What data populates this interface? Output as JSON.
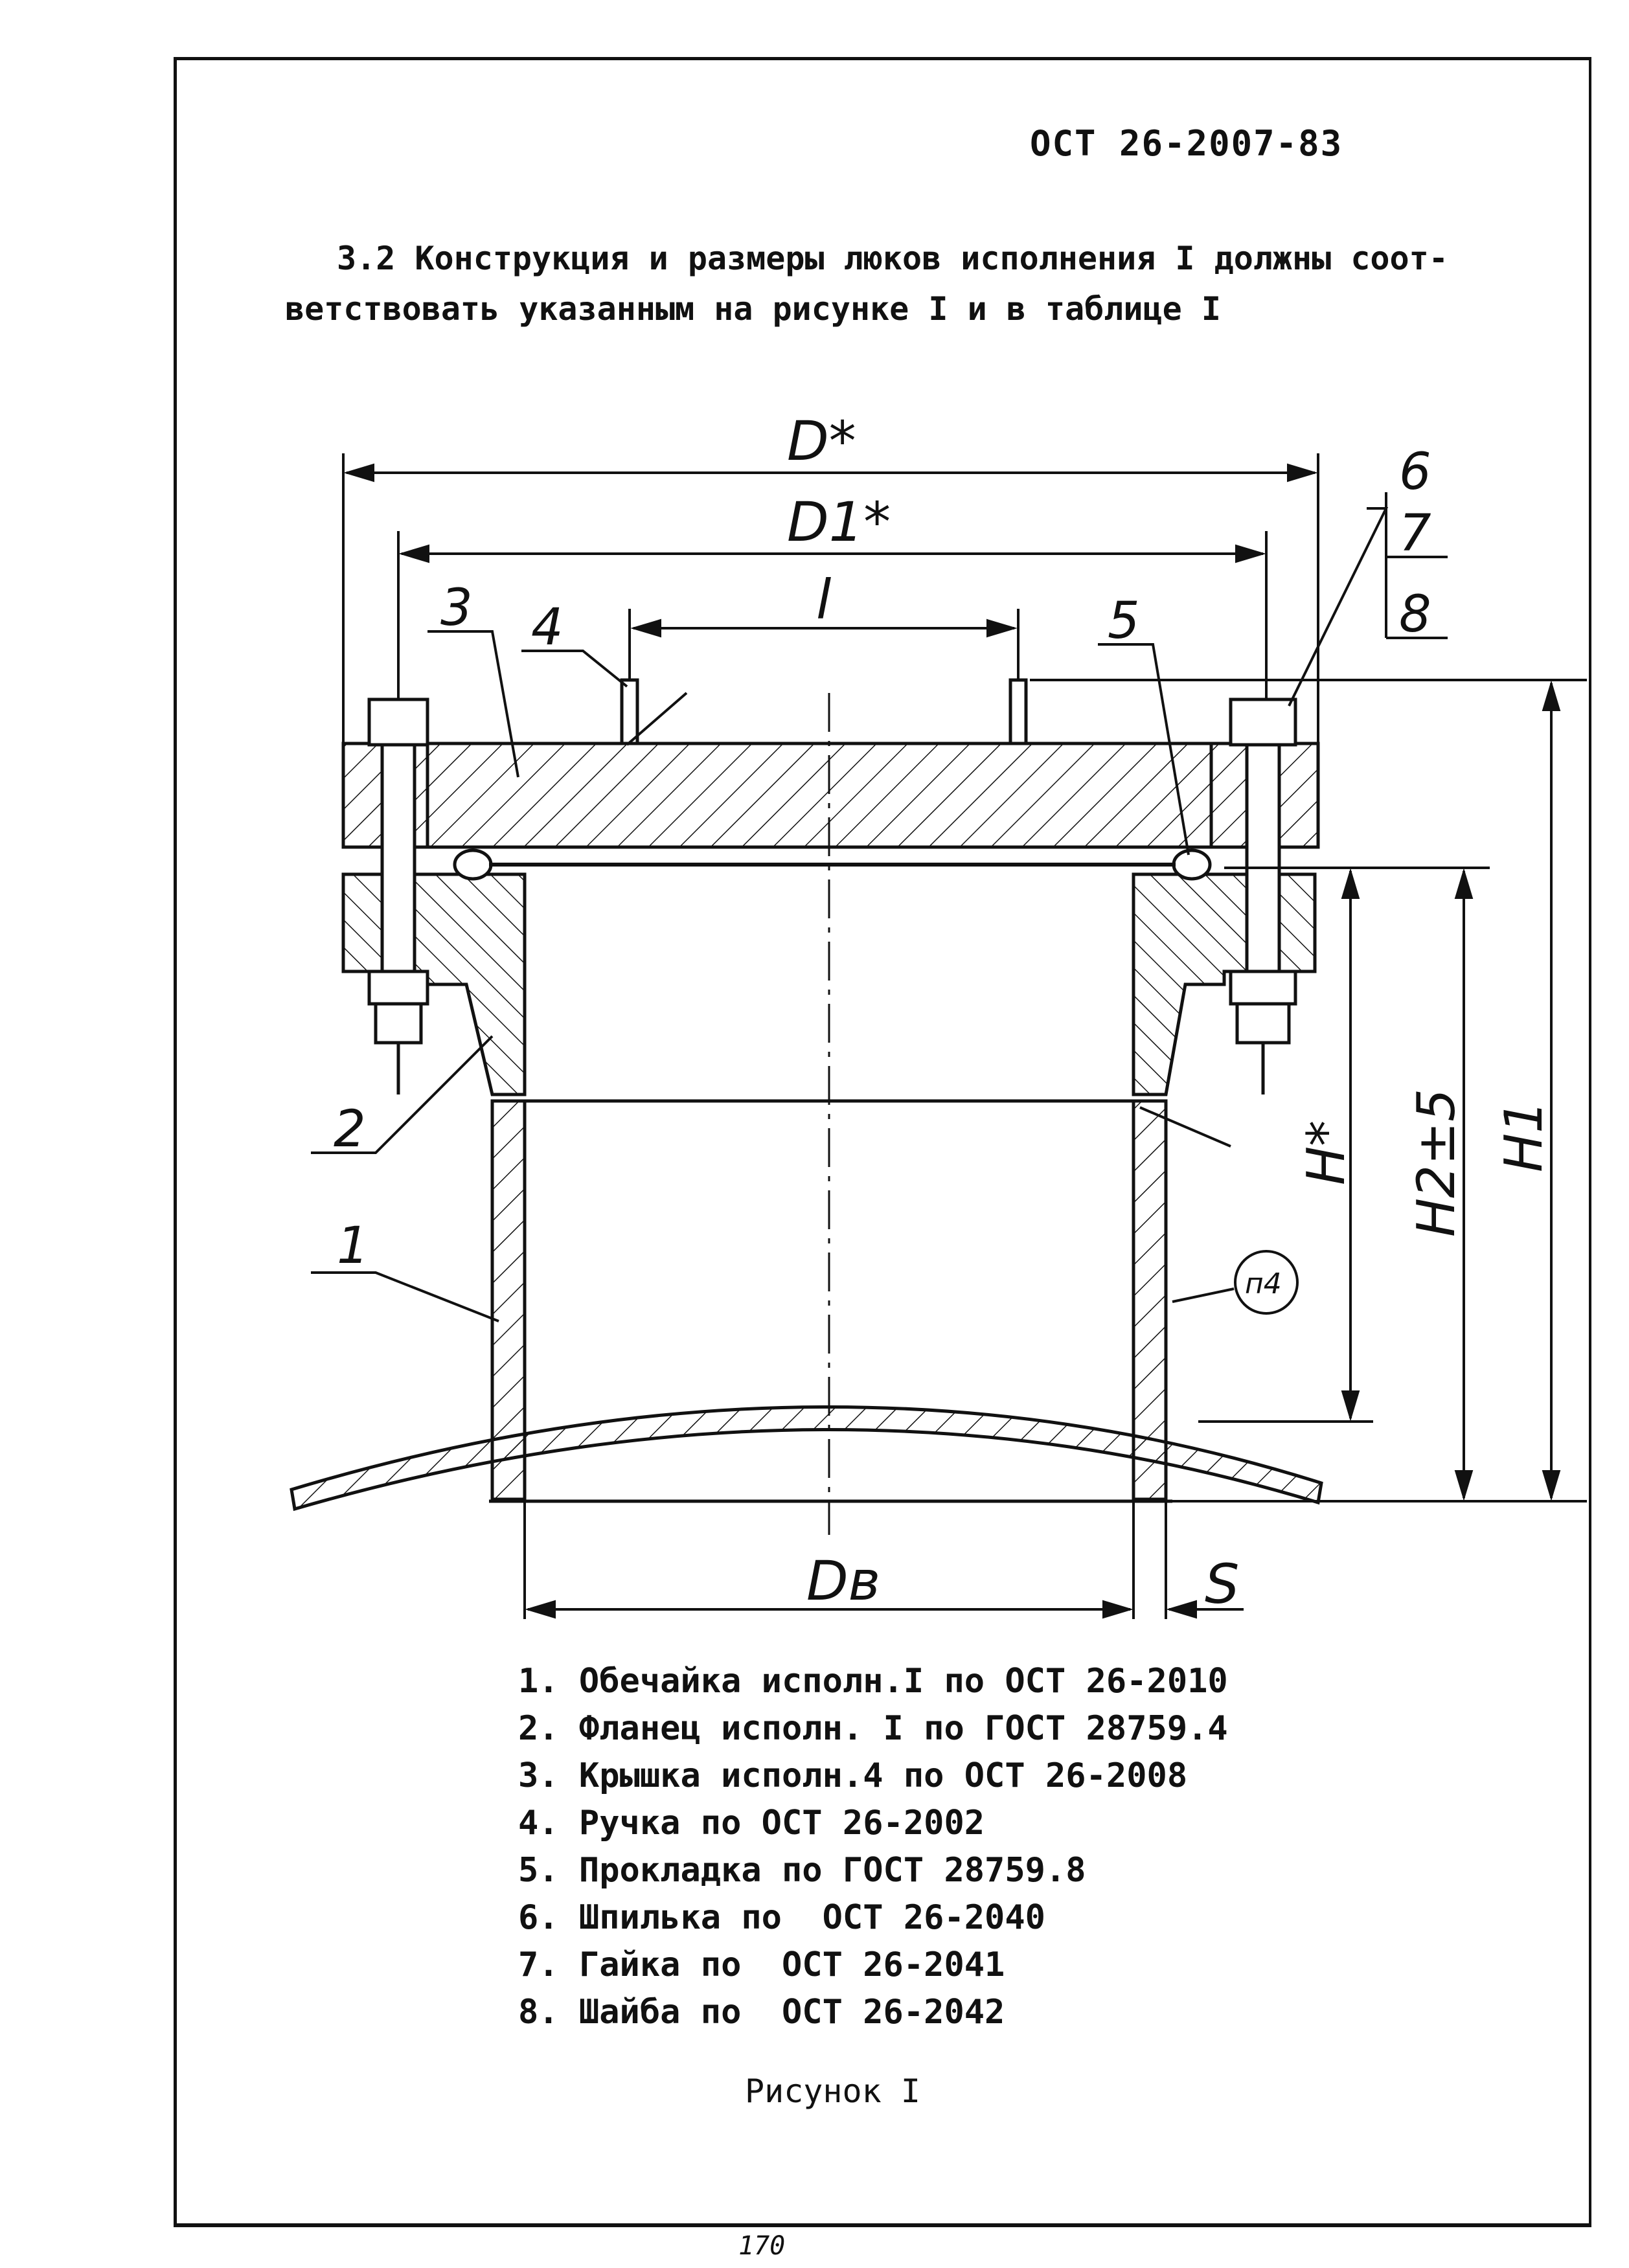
{
  "header": {
    "doc_code": "ОСТ 26-2007-83"
  },
  "intro": {
    "line1": "3.2 Конструкция и размеры люков исполнения I должны соот-",
    "line2": "ветствовать указанным на рисунке I и в таблице I"
  },
  "drawing": {
    "dim_D": "D*",
    "dim_D1": "D1*",
    "dim_l": "l",
    "dim_Dv": "Dв",
    "dim_S": "S",
    "dim_H": "H*",
    "dim_H2": "H2±5",
    "dim_H1": "H1",
    "callout_n4": "п4",
    "pos_labels": [
      "1",
      "2",
      "3",
      "4",
      "5",
      "6",
      "7",
      "8"
    ]
  },
  "legend": [
    "1. Обечайка исполн.I по ОСТ 26-2010",
    "2. Фланец исполн. I по ГОСТ 28759.4",
    "3. Крышка исполн.4 по ОСТ 26-2008",
    "4. Ручка по ОСТ 26-2002",
    "5. Прокладка по ГОСТ 28759.8",
    "6. Шпилька по  ОСТ 26-2040",
    "7. Гайка по  ОСТ 26-2041",
    "8. Шайба по  ОСТ 26-2042"
  ],
  "caption": "Рисунок I",
  "page_number": "170"
}
